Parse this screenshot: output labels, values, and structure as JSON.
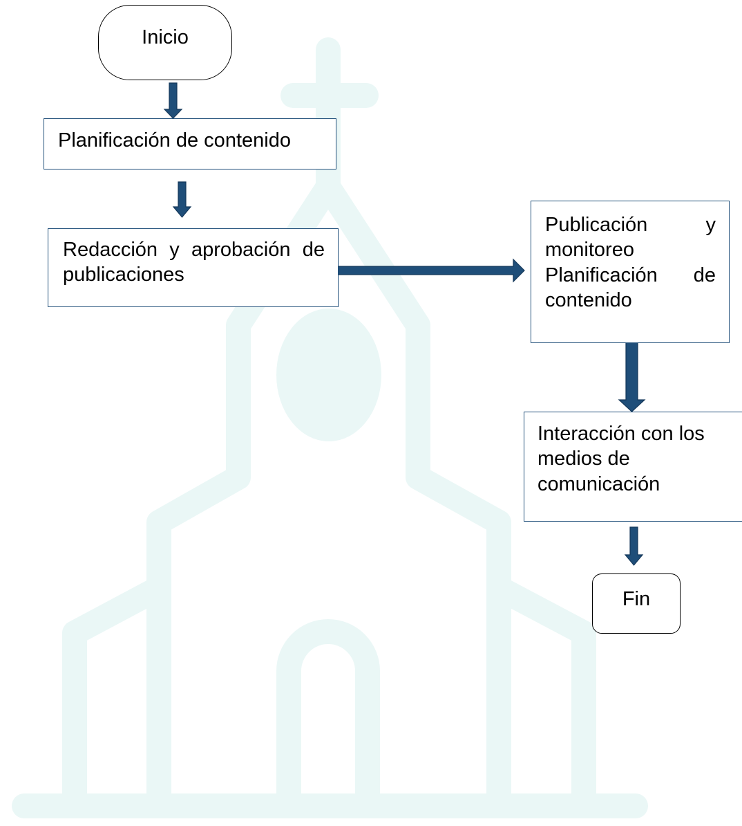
{
  "diagram": {
    "nodes": {
      "start": "Inicio",
      "planning": "Planificación de contenido",
      "drafting": "Redacción y aprobación de publicaciones",
      "publishing": "Publicación y monitoreo Planificación de contenido",
      "interaction": "Interacción con los medios de comunicación",
      "end": "Fin"
    },
    "edges": [
      {
        "from": "start",
        "to": "planning"
      },
      {
        "from": "planning",
        "to": "drafting"
      },
      {
        "from": "drafting",
        "to": "publishing"
      },
      {
        "from": "publishing",
        "to": "interaction"
      },
      {
        "from": "interaction",
        "to": "end"
      }
    ]
  },
  "colors": {
    "arrow_fill": "#1f4e79",
    "arrow_outline": "#15385a",
    "box_border": "#1f4e79",
    "watermark": "#e9f7f6"
  },
  "watermark_icon": "church-icon"
}
